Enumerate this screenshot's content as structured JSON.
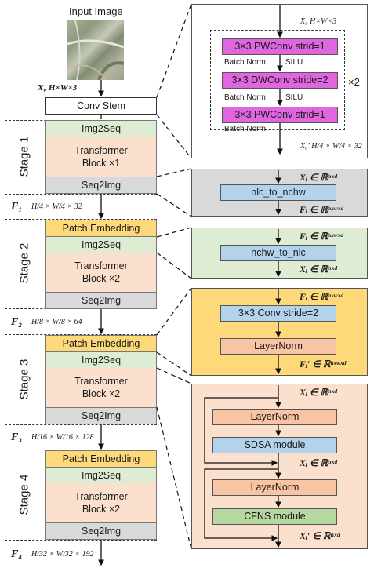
{
  "input_image_label": "Input Image",
  "x0_dims": "X₀  H×W×3",
  "conv_stem": "Conv Stem",
  "stage1": {
    "label": "Stage 1",
    "blocks": [
      "Img2Seq",
      "Transformer Block ×1",
      "Seq2Img"
    ],
    "f_label": "F₁",
    "f_dims": "H/4 × W/4 × 32"
  },
  "stage2": {
    "label": "Stage 2",
    "blocks": [
      "Patch Embedding",
      "Img2Seq",
      "Transformer Block ×2",
      "Seq2Img"
    ],
    "f_label": "F₂",
    "f_dims": "H/8 × W/8 × 64"
  },
  "stage3": {
    "label": "Stage 3",
    "blocks": [
      "Patch Embedding",
      "Img2Seq",
      "Transformer Block ×2",
      "Seq2Img"
    ],
    "f_label": "F₃",
    "f_dims": "H/16 × W/16 × 128"
  },
  "stage4": {
    "label": "Stage 4",
    "blocks": [
      "Patch Embedding",
      "Img2Seq",
      "Transformer Block ×2",
      "Seq2Img"
    ],
    "f_label": "F₄",
    "f_dims": "H/32 × W/32 × 192"
  },
  "stem_detail": {
    "top_dims": "X₀  H×W×3",
    "pw1": "3×3 PWConv strid=1",
    "bn1": "Batch Norm",
    "silu1": "SILU",
    "dw": "3×3 DWConv stride=2",
    "bn2": "Batch Norm",
    "silu2": "SILU",
    "pw2": "3×3 PWConv strid=1",
    "bn3": "Batch Norm",
    "repeat": "×2",
    "bottom_dims": "X₀′  H/4 × W/4 × 32"
  },
  "seq2img_detail": {
    "in": "Xᵢ ∈ ℝⁿˣᵈ",
    "op": "nlc_to_nchw",
    "out": "Fᵢ ∈ ℝʰˣʷˣᵈ"
  },
  "img2seq_detail": {
    "in": "Fᵢ ∈ ℝʰˣʷˣᵈ",
    "op": "nchw_to_nlc",
    "out": "Xᵢ ∈ ℝⁿˣᵈ"
  },
  "patch_detail": {
    "in": "Fᵢ ∈ ℝʰˣʷˣᵈ",
    "op1": "3×3 Conv stride=2",
    "op2": "LayerNorm",
    "out": "Fᵢ′ ∈ ℝʰˣʷˣᵈ"
  },
  "transformer_detail": {
    "in": "Xᵢ ∈ ℝⁿˣᵈ",
    "ln1": "LayerNorm",
    "sdsa": "SDSA module",
    "mid": "Xᵢ ∈ ℝⁿˣᵈ",
    "ln2": "LayerNorm",
    "cfns": "CFNS module",
    "out": "Xᵢ′ ∈ ℝⁿˣᵈ"
  },
  "colors": {
    "img2seq": "#dfecd4",
    "transformer": "#fbe1cd",
    "seq2img": "#d9d9d9",
    "patch": "#fdd97a",
    "pwconv": "#e066e0",
    "blue_op": "#b3d2ec",
    "orange_op": "#f8c4a4",
    "green_op": "#b6d89e"
  }
}
